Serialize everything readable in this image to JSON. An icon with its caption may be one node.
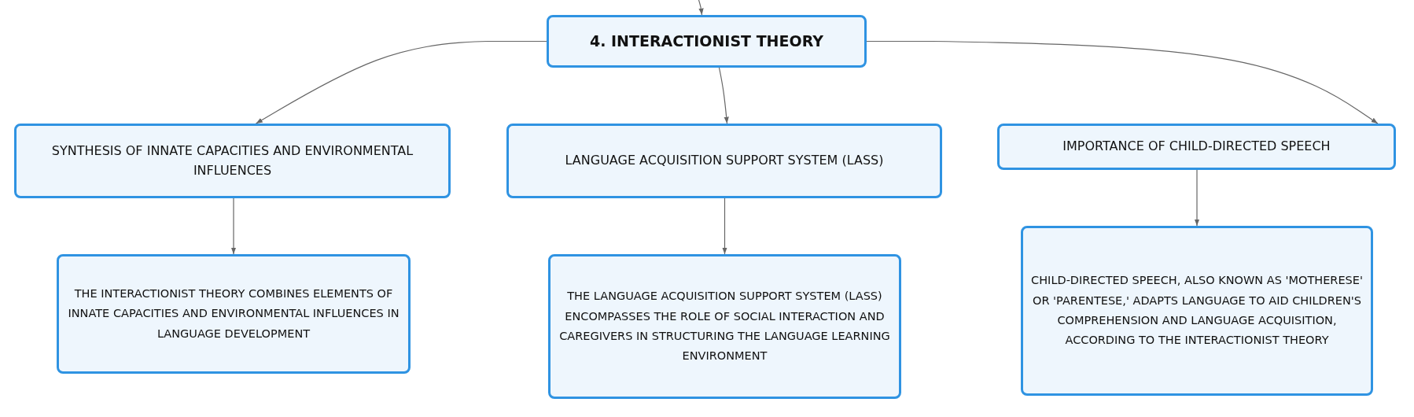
{
  "diagram": {
    "nodes": [
      {
        "text": [
          "4. INTERACTIONIST THEORY"
        ]
      },
      {
        "text": [
          "SYNTHESIS OF INNATE CAPACITIES AND ENVIRONMENTAL INFLUENCES"
        ]
      },
      {
        "text": [
          "LANGUAGE ACQUISITION SUPPORT SYSTEM (LASS)"
        ]
      },
      {
        "text": [
          "IMPORTANCE OF CHILD-DIRECTED SPEECH"
        ]
      },
      {
        "text": [
          "THE INTERACTIONIST THEORY COMBINES ELEMENTS OF INNATE CAPACITIES AND ENVIRONMENTAL INFLUENCES IN LANGUAGE DEVELOPMENT"
        ]
      },
      {
        "text": [
          "THE LANGUAGE ACQUISITION SUPPORT SYSTEM (LASS) ENCOMPASSES THE ROLE OF SOCIAL INTERACTION AND CAREGIVERS IN STRUCTURING THE LANGUAGE LEARNING ENVIRONMENT"
        ]
      },
      {
        "text": [
          "CHILD-DIRECTED SPEECH, ALSO KNOWN AS 'MOTHERESE' OR 'PARENTESE,' ADAPTS LANGUAGE TO AID CHILDREN'S COMPREHENSION AND LANGUAGE ACQUISITION, ACCORDING TO THE INTERACTIONIST THEORY"
        ]
      }
    ],
    "edges": [
      {
        "from": null,
        "to": 0,
        "arrow": "to"
      },
      {
        "from": 0,
        "to": 1,
        "arrow": "to"
      },
      {
        "from": 0,
        "to": 2,
        "arrow": "to"
      },
      {
        "from": 0,
        "to": 3,
        "arrow": "to"
      },
      {
        "from": 1,
        "to": 4,
        "arrow": "to"
      },
      {
        "from": 2,
        "to": 5,
        "arrow": "to"
      },
      {
        "from": 3,
        "to": 6,
        "arrow": "to"
      }
    ]
  }
}
